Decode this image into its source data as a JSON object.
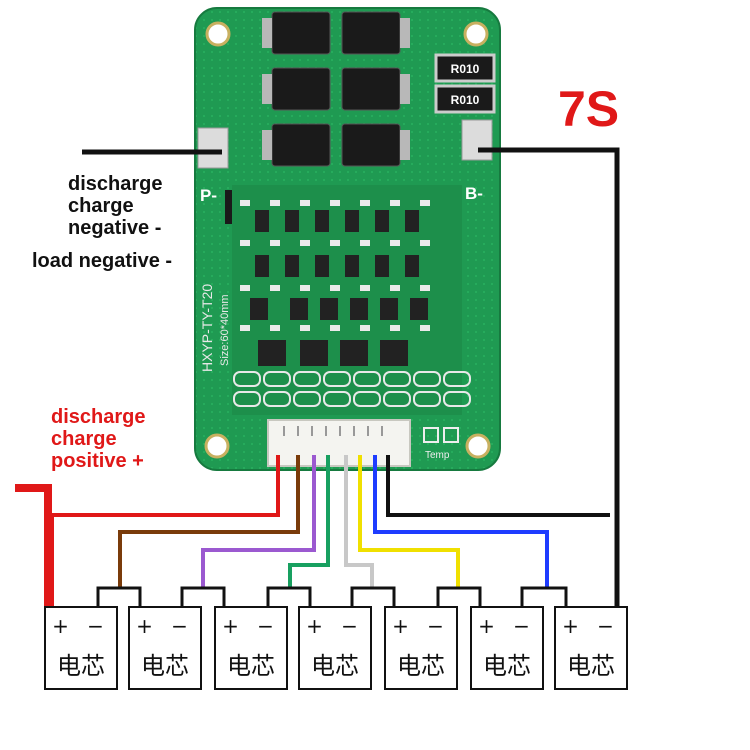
{
  "series_label": "7S",
  "board": {
    "p_minus": "P-",
    "b_minus": "B-",
    "model": "HXYP-TY-T20",
    "size": "Size:60*40mm",
    "resistor1": "R010",
    "resistor2": "R010",
    "temp": "Temp"
  },
  "labels": {
    "discharge_negative": [
      "discharge",
      "charge",
      "negative -"
    ],
    "load_negative": "load negative -",
    "discharge_positive": [
      "discharge",
      "charge",
      "positive +"
    ]
  },
  "cell_polarity": "+ −",
  "cells": [
    "电芯",
    "电芯",
    "电芯",
    "电芯",
    "电芯",
    "电芯",
    "电芯"
  ],
  "wire_colors": [
    "#e01818",
    "#7a3b0a",
    "#9b59d0",
    "#18a060",
    "#c8c8c8",
    "#f0e000",
    "#1e3cff",
    "#111111"
  ]
}
